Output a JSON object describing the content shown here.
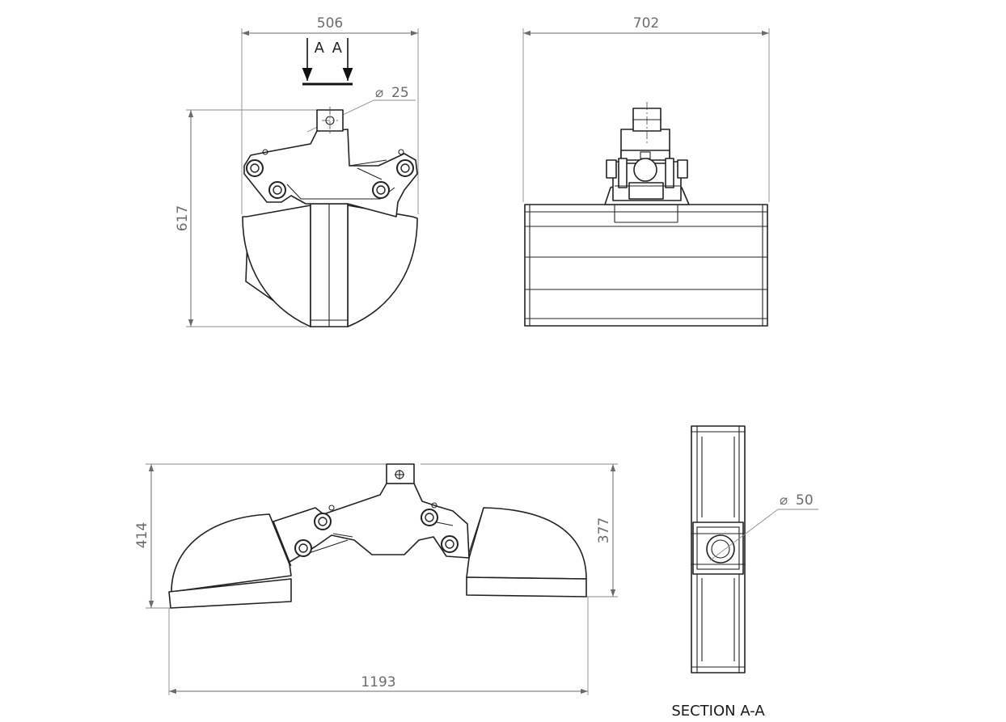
{
  "dimensions": {
    "top_view_width": "506",
    "front_view_width": "702",
    "top_view_height": "617",
    "open_width": "1193",
    "open_height_left": "414",
    "open_height_right": "377",
    "pivot_diameter": "25",
    "section_diameter": "50",
    "diameter_symbol": "⌀"
  },
  "section_marker": {
    "left": "A",
    "right": "A"
  },
  "labels": {
    "section_title": "SECTION A-A"
  }
}
